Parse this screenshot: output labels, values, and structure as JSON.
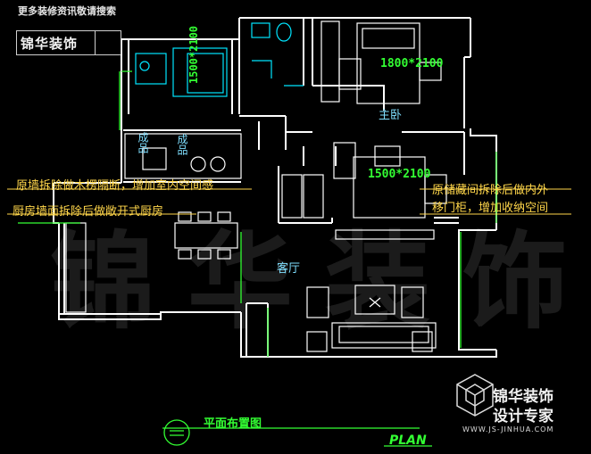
{
  "header": {
    "caption": "更多装修资讯敬请搜索",
    "brand_name": "锦华装饰"
  },
  "dimensions": {
    "study": "1500*2100",
    "master_bed": "1800*2100",
    "second_bed": "1500*2100"
  },
  "rooms": {
    "master_bedroom": "主卧",
    "living_room": "客厅",
    "kitchen_tag_a": "成品",
    "kitchen_tag_b": "成品"
  },
  "notes": {
    "wall_removal": "原墙拆除做木楞隔断，增加室内空间感",
    "kitchen_open": "厨房墙面拆除后做敞开式厨房",
    "storage_line1": "原储藏间拆除后做内外",
    "storage_line2": "移门柜，增加收纳空间"
  },
  "watermark": {
    "text": "锦华装饰"
  },
  "logo": {
    "line1": "锦华装饰",
    "line2": "设计专家",
    "url": "WWW.JS-JINHUA.COM"
  },
  "drawing": {
    "title": "平面布置图",
    "plan_label": "PLAN"
  },
  "colors": {
    "wall": "#ffffff",
    "furniture": "#00e5ff",
    "dimension": "#33ff33",
    "annotation": "#ffd64a",
    "room_label": "#7fdfff",
    "background": "#000000"
  }
}
